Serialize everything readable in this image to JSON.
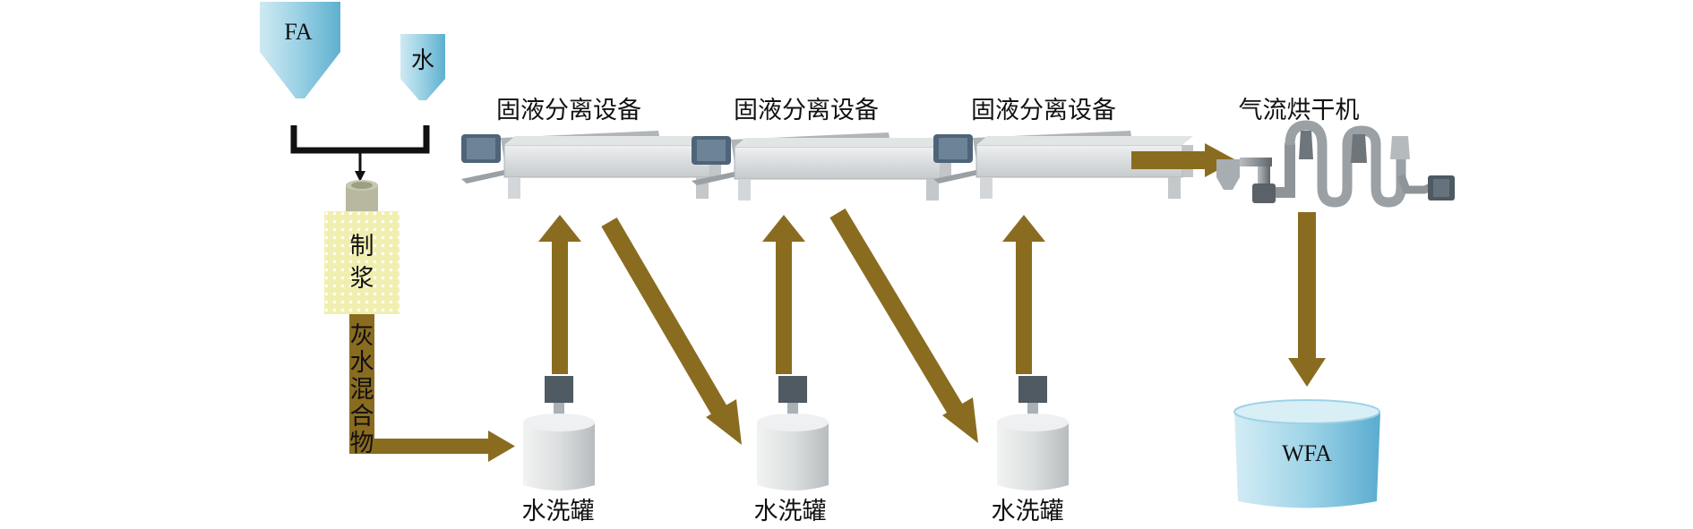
{
  "inputs": {
    "fly_ash": "FA",
    "water": "水"
  },
  "separators": [
    {
      "label": "固液分离设备"
    },
    {
      "label": "固液分离设备"
    },
    {
      "label": "固液分离设备"
    }
  ],
  "dryer": {
    "label": "气流烘干机"
  },
  "slurry": {
    "char1": "制",
    "char2": "浆"
  },
  "mixture_label_chars": [
    "灰",
    "水",
    "混",
    "合",
    "物"
  ],
  "tanks": [
    {
      "label": "水洗罐"
    },
    {
      "label": "水洗罐"
    },
    {
      "label": "水洗罐"
    }
  ],
  "product": {
    "label": "WFA"
  },
  "colors": {
    "flow_arrow": "#8a6c21",
    "hopper_blue": "#7fc4dc",
    "slurry_fill": "#f1efb0",
    "tank_gray": "#d8dbdc",
    "wfa_blue": "#8ccbe2"
  }
}
